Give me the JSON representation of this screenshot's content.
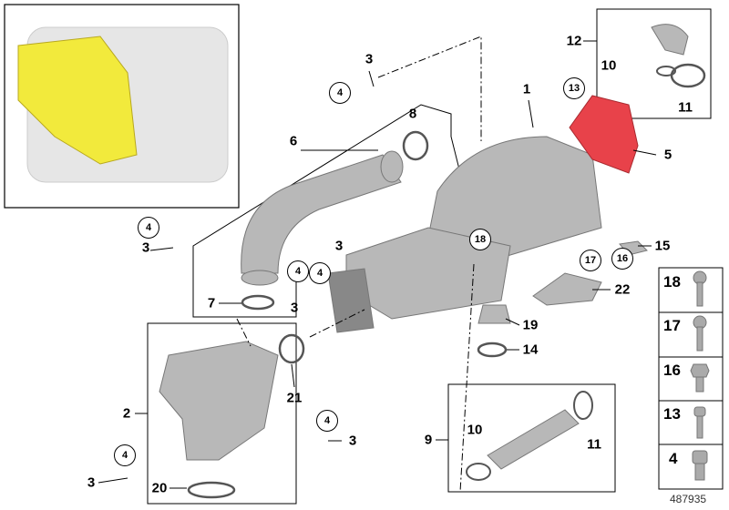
{
  "diagram": {
    "callouts": {
      "c1": "1",
      "c2": "2",
      "c3a": "3",
      "c3b": "3",
      "c3c": "3",
      "c3d": "3",
      "c3e": "3",
      "c3f": "3",
      "c5": "5",
      "c6": "6",
      "c7": "7",
      "c8": "8",
      "c9": "9",
      "c10a": "10",
      "c10b": "10",
      "c11a": "11",
      "c11b": "11",
      "c12": "12",
      "c14": "14",
      "c15": "15",
      "c19": "19",
      "c20": "20",
      "c21": "21",
      "c22": "22"
    },
    "circled": {
      "c4a": "4",
      "c4b": "4",
      "c4c": "4",
      "c4d": "4",
      "c4e": "4",
      "c4f": "4",
      "c13": "13",
      "c16": "16",
      "c17": "17",
      "c18": "18"
    },
    "fastener_legend": [
      "18",
      "17",
      "16",
      "13",
      "4"
    ],
    "reference_number": "487935",
    "colors": {
      "highlight_inset": "#f2ea3c",
      "highlight_part": "#e8424a",
      "part_grey": "#b8b8b8"
    }
  }
}
